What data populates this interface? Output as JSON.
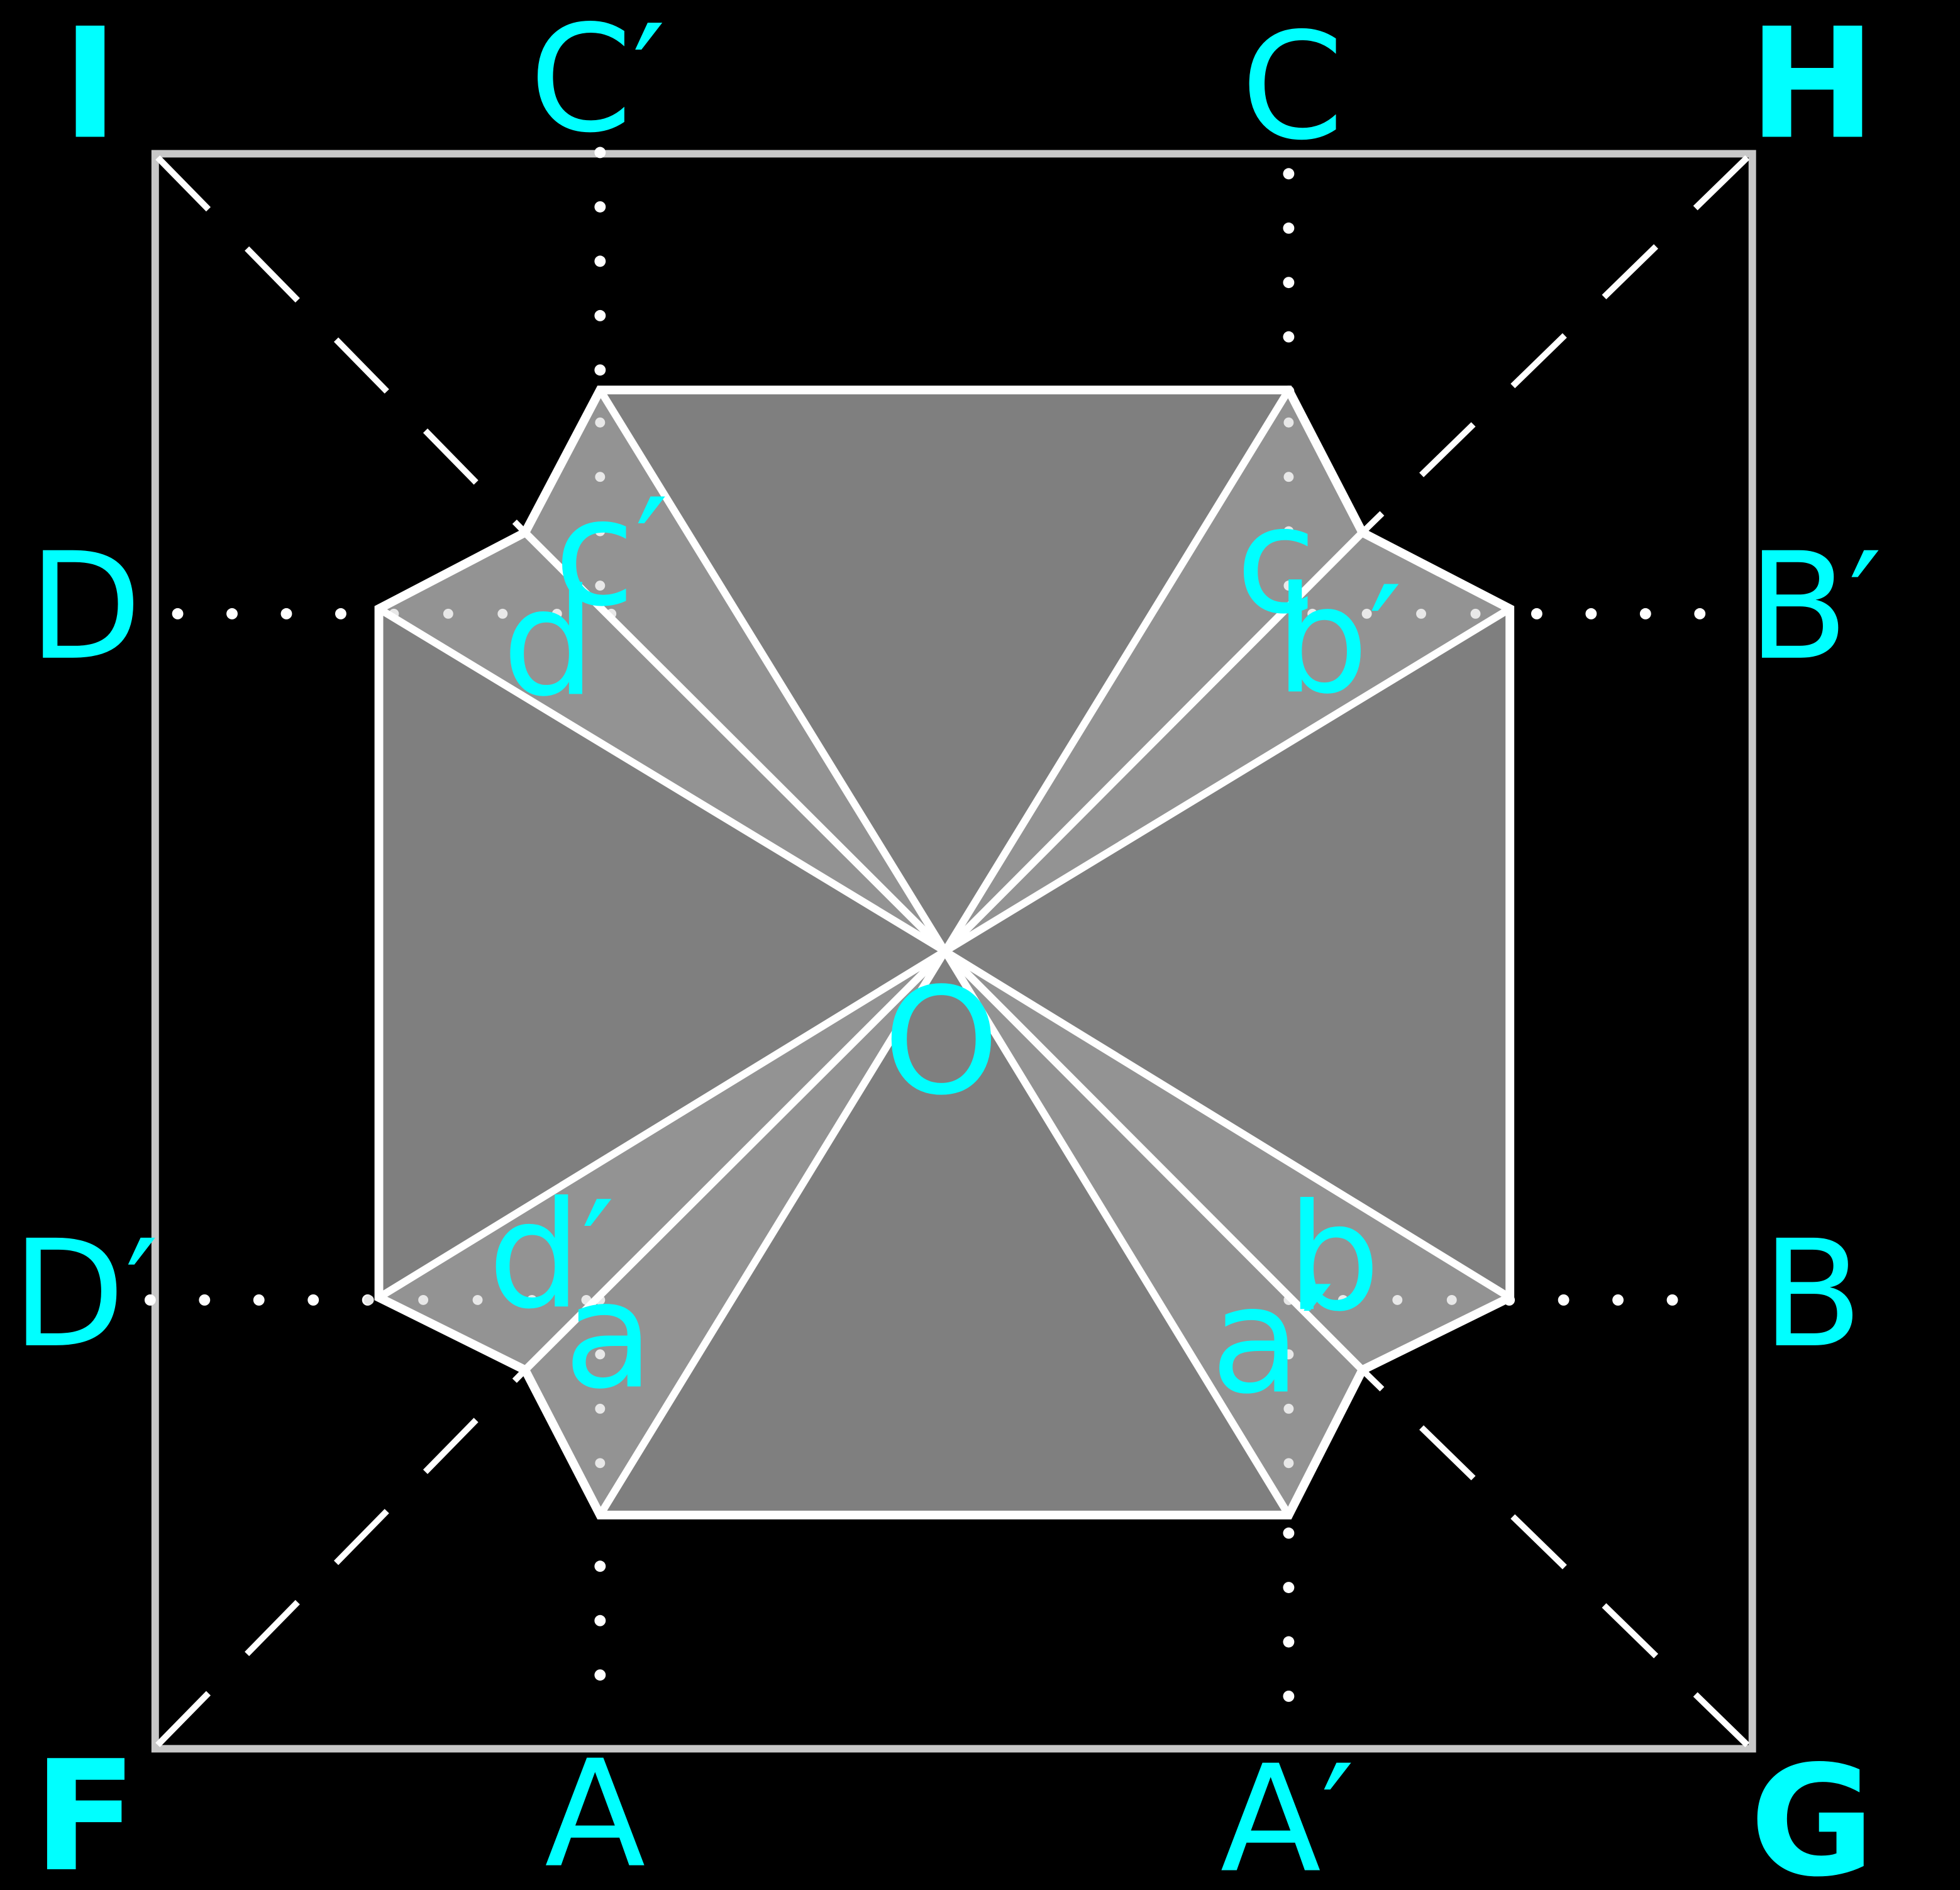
{
  "colors": {
    "background": "#000000",
    "label": "#00ffff",
    "frame": "#c8c8c8",
    "line": "#ffffff",
    "dark_fill": "#7f7f7f",
    "light_fill": "#939393"
  },
  "labels": {
    "corner_I": "I",
    "corner_H": "H",
    "corner_F": "F",
    "corner_G": "G",
    "top_C_prime": "C′",
    "top_C": "C",
    "bottom_A": "A",
    "bottom_A_prime": "A′",
    "left_D": "D",
    "left_D_prime": "D′",
    "right_B_prime": "B′",
    "right_B": "B",
    "center_O": "O",
    "inner_c_prime": "c′",
    "inner_d": "d",
    "inner_c": "c",
    "inner_b_prime": "b′",
    "inner_d_prime": "d′",
    "inner_a": "a",
    "inner_b": "b",
    "inner_a_prime": "a′"
  }
}
